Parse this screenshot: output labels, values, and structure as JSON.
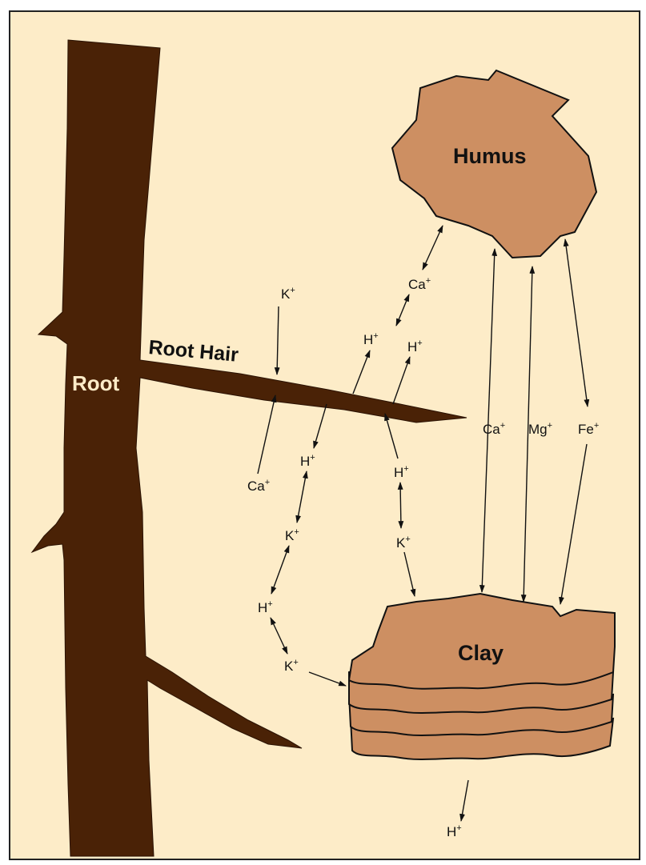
{
  "labels": {
    "humus": "Humus",
    "clay": "Clay",
    "root": "Root",
    "root_hair": "Root Hair"
  },
  "ions": [
    {
      "id": "k-top",
      "symbol": "K",
      "charge": "+"
    },
    {
      "id": "ca-upper",
      "symbol": "Ca",
      "charge": "+"
    },
    {
      "id": "h-left-upper",
      "symbol": "H",
      "charge": "+"
    },
    {
      "id": "h-right-upper",
      "symbol": "H",
      "charge": "+"
    },
    {
      "id": "ca-right",
      "symbol": "Ca",
      "charge": "+"
    },
    {
      "id": "mg-right",
      "symbol": "Mg",
      "charge": "+"
    },
    {
      "id": "fe-right",
      "symbol": "Fe",
      "charge": "+"
    },
    {
      "id": "h-mid-left",
      "symbol": "H",
      "charge": "+"
    },
    {
      "id": "ca-lower",
      "symbol": "Ca",
      "charge": "+"
    },
    {
      "id": "h-mid-right",
      "symbol": "H",
      "charge": "+"
    },
    {
      "id": "k-mid-left",
      "symbol": "K",
      "charge": "+"
    },
    {
      "id": "k-mid-right",
      "symbol": "K",
      "charge": "+"
    },
    {
      "id": "h-low-left",
      "symbol": "H",
      "charge": "+"
    },
    {
      "id": "k-low-left",
      "symbol": "K",
      "charge": "+"
    },
    {
      "id": "h-bottom",
      "symbol": "H",
      "charge": "+"
    }
  ],
  "colors": {
    "background": "#fdecc8",
    "root": "#4a2206",
    "soil": "#cd8f62",
    "outline": "#111111"
  }
}
